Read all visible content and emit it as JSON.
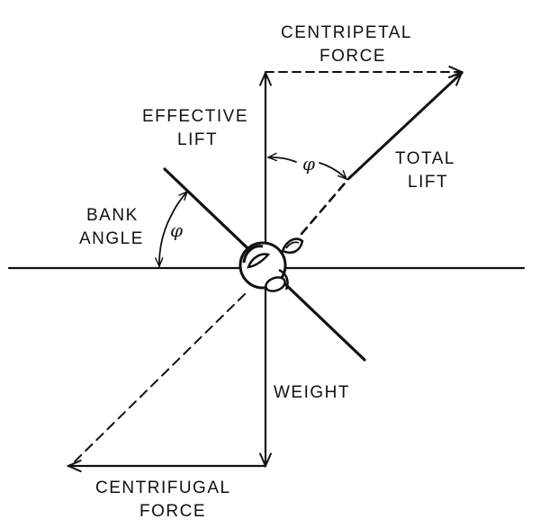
{
  "labels": {
    "centripetal_line1": "CENTRIPETAL",
    "centripetal_line2": "FORCE",
    "effective_line1": "EFFECTIVE",
    "effective_line2": "LIFT",
    "total_line1": "TOTAL",
    "total_line2": "LIFT",
    "bank_line1": "BANK",
    "bank_line2": "ANGLE",
    "weight": "WEIGHT",
    "centrifugal_line1": "CENTRIFUGAL",
    "centrifugal_line2": "FORCE",
    "phi_top": "φ",
    "phi_left": "φ"
  },
  "colors": {
    "ink": "#111111",
    "background": "#ffffff"
  }
}
